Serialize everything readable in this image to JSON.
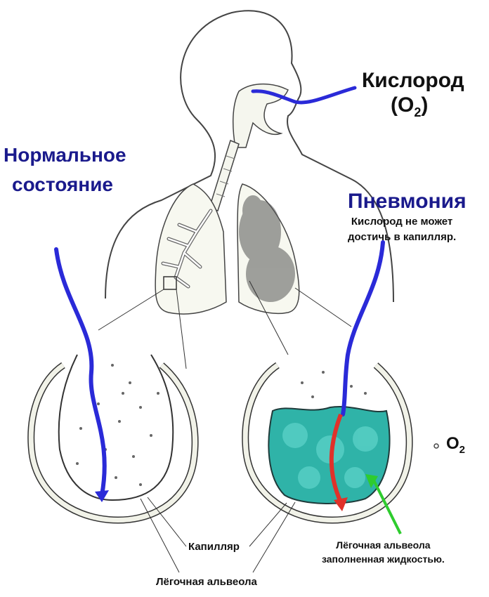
{
  "labels": {
    "oxygen": "Кислород",
    "oxygen_formula_open": "(O",
    "oxygen_formula_sub": "2",
    "oxygen_formula_close": ")",
    "normal_line1": "Нормальное",
    "normal_line2": "состояние",
    "pneumonia_title": "Пневмония",
    "pneumonia_desc_line1": "Кислород не может",
    "pneumonia_desc_line2": "достичь в капилляр.",
    "o2_legend": "O",
    "o2_legend_sub": "2",
    "capillary": "Капилляр",
    "alveolus": "Лёгочная альвеола",
    "fluid_alveolus_line1": "Лёгочная альвеола",
    "fluid_alveolus_line2": "заполненная жидкостью."
  },
  "colors": {
    "outline": "#333333",
    "airflow": "#2a2ad8",
    "title_blue": "#1a1a8c",
    "fluid": "#2fb3a8",
    "blocked_arrow": "#e0322a",
    "pointer_arrow": "#2ecc2e",
    "lung_fill": "#f7f8f0",
    "lung_infected": "#555555"
  }
}
